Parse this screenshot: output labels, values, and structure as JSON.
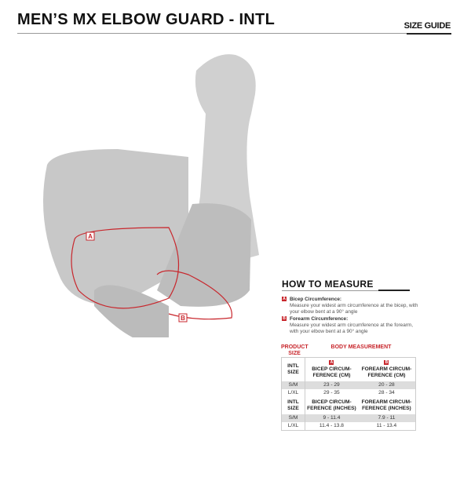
{
  "title": "MEN’S MX ELBOW GUARD - INTL",
  "size_guide_label": "SIZE GUIDE",
  "accent_color": "#c8262c",
  "illustration": {
    "marker_a": "A",
    "marker_b": "B"
  },
  "how_to_measure": {
    "heading": "HOW TO MEASURE",
    "items": [
      {
        "badge": "A",
        "label": "Bicep Circumference:",
        "desc": "Measure your widest arm circumference at the bicep, with your elbow bent at a 90° angle"
      },
      {
        "badge": "B",
        "label": "Forearm Circumference:",
        "desc": "Measure your widest arm circumference at the forearm, with your elbow bent at a 90° angle"
      }
    ]
  },
  "table": {
    "product_size_header": "PRODUCT SIZE",
    "body_measurement_header": "BODY MEASUREMENT",
    "badge_a": "A",
    "badge_b": "B",
    "cm": {
      "size": "INTL SIZE",
      "bicep": "BICEP CIRCUM-FERENCE (CM)",
      "forearm": "FOREARM CIRCUM-FERENCE (CM)",
      "rows": [
        {
          "size": "S/M",
          "bicep": "23 - 29",
          "forearm": "20 - 28"
        },
        {
          "size": "L/XL",
          "bicep": "29 - 35",
          "forearm": "28 - 34"
        }
      ]
    },
    "inches": {
      "size": "INTL SIZE",
      "bicep": "BICEP CIRCUM-FERENCE (INCHES)",
      "forearm": "FOREARM CIRCUM-FERENCE (INCHES)",
      "rows": [
        {
          "size": "S/M",
          "bicep": "9 - 11.4",
          "forearm": "7.9 - 11"
        },
        {
          "size": "L/XL",
          "bicep": "11.4 - 13.8",
          "forearm": "11 - 13.4"
        }
      ]
    }
  }
}
